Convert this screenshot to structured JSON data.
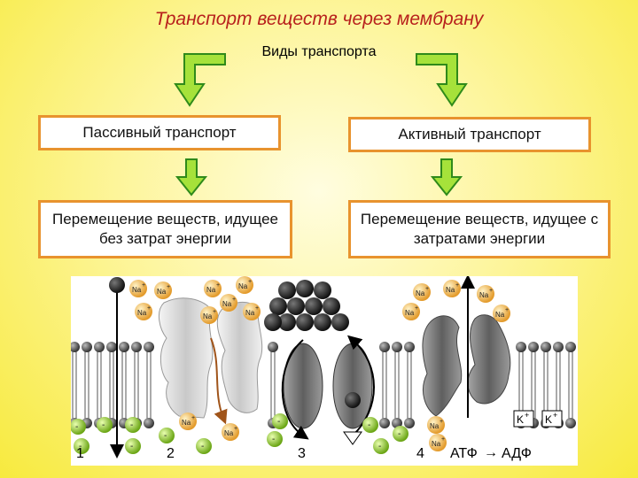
{
  "title": "Транспорт веществ через мембрану",
  "subtitle": "Виды транспорта",
  "passive": {
    "header": "Пассивный транспорт",
    "description": "Перемещение веществ, идущее без затрат энергии"
  },
  "active": {
    "header": "Активный транспорт",
    "description": "Перемещение веществ, идущее с затратами энергии"
  },
  "figure": {
    "ion_na": "Na",
    "ion_k": "K",
    "plus": "+",
    "minus": "-",
    "numbers": [
      "1",
      "2",
      "3",
      "4"
    ],
    "atp": "АТФ",
    "adp": "АДФ",
    "arrow_text": "→"
  },
  "colors": {
    "title": "#b8211d",
    "box_border": "#e8932e",
    "arrow_fill": "#a6e23a",
    "arrow_stroke": "#2f8a1a",
    "na_ion": "#f2b24a",
    "neg_ion": "#9fd13a"
  }
}
